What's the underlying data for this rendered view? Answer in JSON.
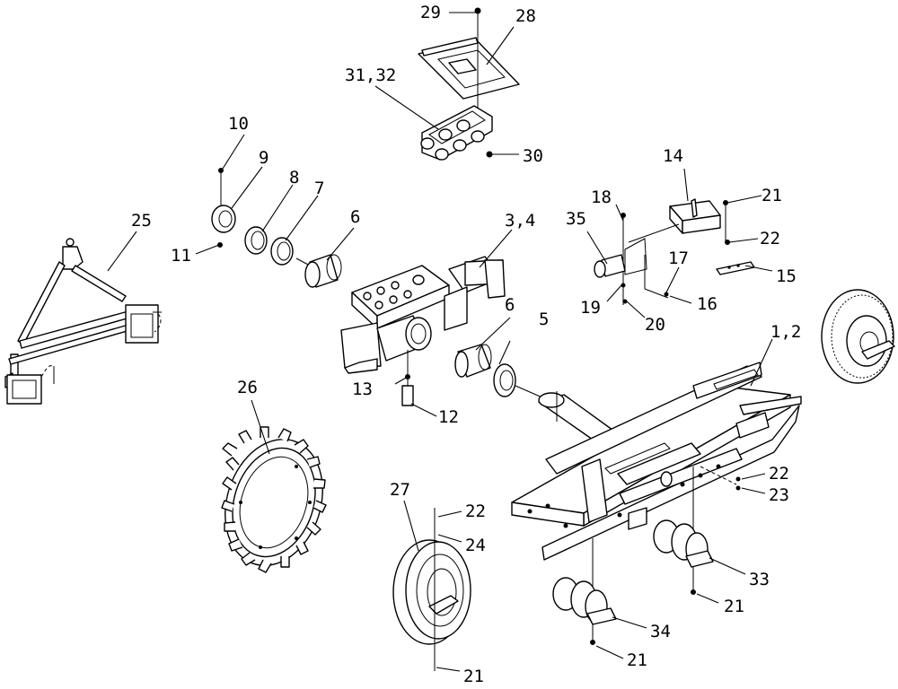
{
  "callouts": [
    {
      "id": "c1_2",
      "text": "1,2"
    },
    {
      "id": "c3_4",
      "text": "3,4"
    },
    {
      "id": "c5",
      "text": "5"
    },
    {
      "id": "c6a",
      "text": "6"
    },
    {
      "id": "c6b",
      "text": "6"
    },
    {
      "id": "c7",
      "text": "7"
    },
    {
      "id": "c8",
      "text": "8"
    },
    {
      "id": "c9",
      "text": "9"
    },
    {
      "id": "c10",
      "text": "10"
    },
    {
      "id": "c11",
      "text": "11"
    },
    {
      "id": "c12",
      "text": "12"
    },
    {
      "id": "c13",
      "text": "13"
    },
    {
      "id": "c14",
      "text": "14"
    },
    {
      "id": "c15",
      "text": "15"
    },
    {
      "id": "c16",
      "text": "16"
    },
    {
      "id": "c17",
      "text": "17"
    },
    {
      "id": "c18",
      "text": "18"
    },
    {
      "id": "c19",
      "text": "19"
    },
    {
      "id": "c20",
      "text": "20"
    },
    {
      "id": "c21a",
      "text": "21"
    },
    {
      "id": "c21b",
      "text": "21"
    },
    {
      "id": "c21c",
      "text": "21"
    },
    {
      "id": "c21d",
      "text": "21"
    },
    {
      "id": "c22a",
      "text": "22"
    },
    {
      "id": "c22b",
      "text": "22"
    },
    {
      "id": "c22c",
      "text": "22"
    },
    {
      "id": "c23",
      "text": "23"
    },
    {
      "id": "c24",
      "text": "24"
    },
    {
      "id": "c25",
      "text": "25"
    },
    {
      "id": "c26",
      "text": "26"
    },
    {
      "id": "c27",
      "text": "27"
    },
    {
      "id": "c28",
      "text": "28"
    },
    {
      "id": "c29",
      "text": "29"
    },
    {
      "id": "c30",
      "text": "30"
    },
    {
      "id": "c31_32",
      "text": "31,32"
    },
    {
      "id": "c33",
      "text": "33"
    },
    {
      "id": "c34",
      "text": "34"
    },
    {
      "id": "c35",
      "text": "35"
    }
  ]
}
